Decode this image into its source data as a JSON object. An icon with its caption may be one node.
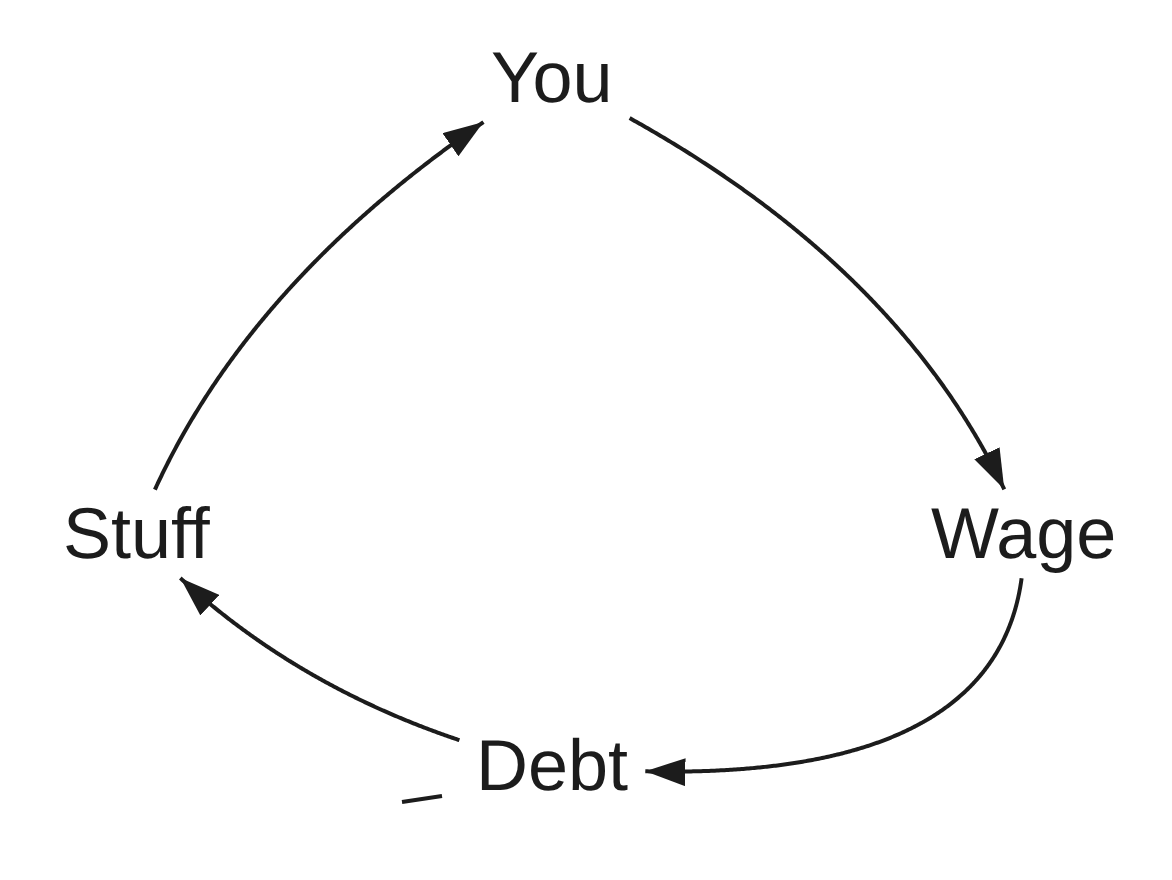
{
  "diagram": {
    "nodes": [
      {
        "text": [
          "You"
        ]
      },
      {
        "text": [
          "Stuff"
        ]
      },
      {
        "text": [
          "Wage"
        ]
      },
      {
        "text": [
          "Debt"
        ]
      }
    ],
    "edges": [
      {
        "from": 0,
        "to": 2,
        "arrow": "to"
      },
      {
        "from": 2,
        "to": 3,
        "arrow": "to"
      },
      {
        "from": 3,
        "to": 1,
        "arrow": "to"
      },
      {
        "from": 1,
        "to": 0,
        "arrow": "to"
      }
    ]
  }
}
